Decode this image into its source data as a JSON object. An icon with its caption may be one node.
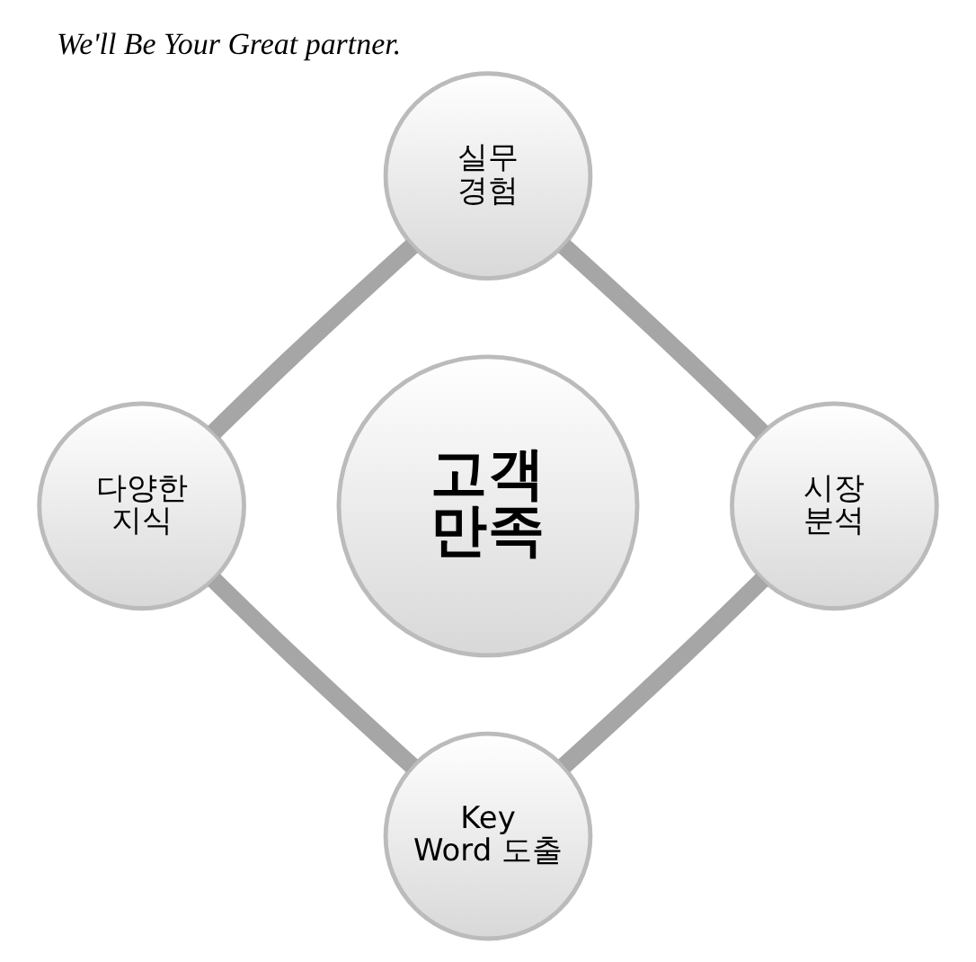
{
  "diagram": {
    "title": "We'll Be Your Great partner.",
    "nodes": [
      {
        "text": [
          "고객 만족"
        ]
      },
      {
        "text": [
          "실무 경험"
        ]
      },
      {
        "text": [
          "시장 분석"
        ]
      },
      {
        "text": [
          "Key Word 도출"
        ]
      },
      {
        "text": [
          "다양한 지식"
        ]
      }
    ],
    "edges": [
      {
        "from": 1,
        "to": 2,
        "arrow": "none"
      },
      {
        "from": 2,
        "to": 3,
        "arrow": "none"
      },
      {
        "from": 3,
        "to": 4,
        "arrow": "none"
      },
      {
        "from": 4,
        "to": 1,
        "arrow": "none"
      }
    ]
  }
}
